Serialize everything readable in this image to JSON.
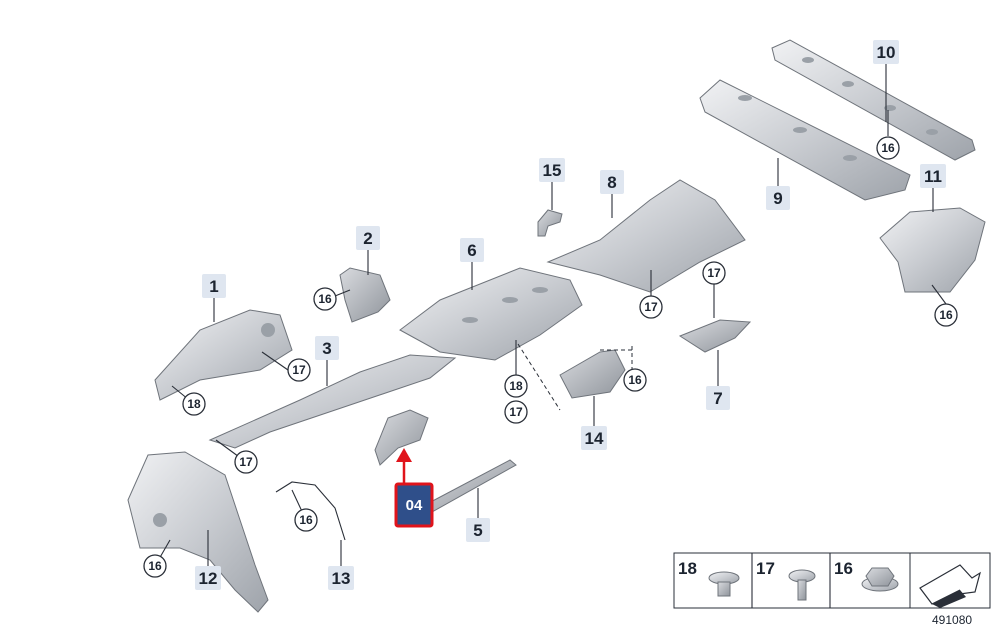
{
  "diagram": {
    "labels": {
      "p1": "1",
      "p2": "2",
      "p3": "3",
      "p5": "5",
      "p6": "6",
      "p7": "7",
      "p8": "8",
      "p9": "9",
      "p10": "10",
      "p11": "11",
      "p12": "12",
      "p13": "13",
      "p14": "14",
      "p15": "15"
    },
    "callouts": {
      "c16": "16",
      "c17": "17",
      "c18": "18"
    },
    "highlight": {
      "label": "04",
      "color": "#2f4f8a",
      "border": "#e0141b"
    },
    "legend": {
      "items": [
        {
          "num": "18",
          "icon": "clip-nut-icon"
        },
        {
          "num": "17",
          "icon": "push-rivet-icon"
        },
        {
          "num": "16",
          "icon": "hex-nut-icon"
        }
      ],
      "arrow_icon": "assembly-arrow-icon"
    },
    "reference": "491080"
  }
}
